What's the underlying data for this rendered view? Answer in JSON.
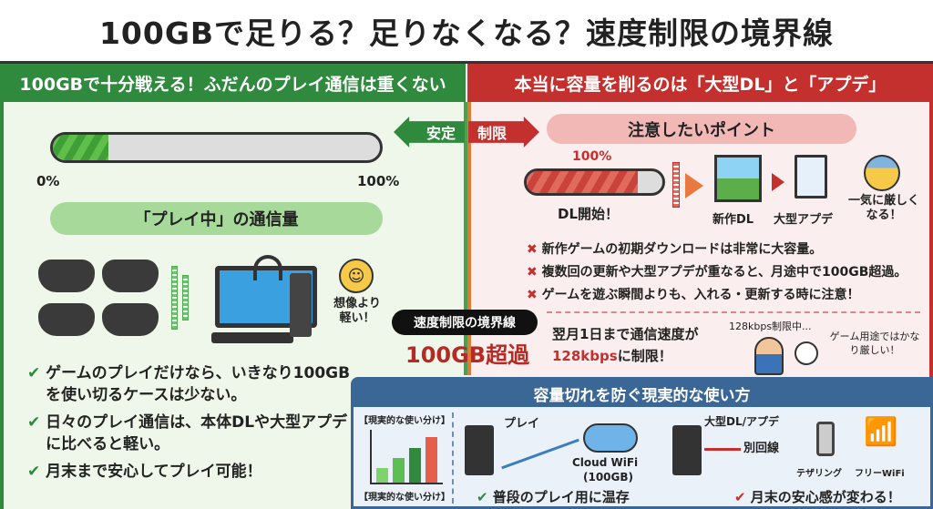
{
  "title": "100GBで足りる？足りなくなる？速度制限の境界線",
  "left": {
    "header": "100GBで十分戦える！ふだんのプレイ通信は重くない",
    "progress": {
      "value_percent": 17,
      "min_label": "0%",
      "max_label": "100%"
    },
    "section_label": "「プレイ中」の通信量",
    "emoji_caption": "想像より軽い！",
    "checks": [
      "ゲームのプレイだけなら、いきなり100GBを使い切るケースは少ない。",
      "日々のプレイ通信は、本体DLや大型アプデに比べると軽い。",
      "月末まで安心してプレイ可能！"
    ]
  },
  "center": {
    "stable_label": "安定",
    "limit_label": "制限",
    "boundary_label": "速度制限の境界線",
    "exceed_label": "100GB超過"
  },
  "right": {
    "header": "本当に容量を削るのは「大型DL」と「アプデ」",
    "section_label": "注意したいポイント",
    "progress": {
      "value_percent": 100,
      "label": "100%",
      "caption": "DL開始！"
    },
    "flow": [
      "新作DL",
      "大型アプデ"
    ],
    "emoji_caption": "一気に厳しくなる！",
    "warnings": [
      "新作ゲームの初期ダウンロードは非常に大容量。",
      "複数回の更新や大型アプデが重なると、月途中で100GB超過。",
      "ゲームを遊ぶ瞬間よりも、入れる・更新する時に注意！"
    ],
    "limit_text_1": "翌月1日まで通信速度が",
    "limit_speed": "128kbps",
    "limit_text_2": "に制限！",
    "limit_status": "128kbps制限中...",
    "limit_comment": "ゲーム用途ではかなり厳しい！"
  },
  "bottom": {
    "header": "容量切れを防ぐ現実的な使い方",
    "chart_label_top": "【現実的な使い分け】",
    "chart_label_bottom": "【現実的な使い分け】",
    "play_label": "プレイ",
    "cloud_label": "Cloud WiFi",
    "cloud_cap": "(100GB)",
    "dl_label": "大型DL/アプデ",
    "other_line": "別回線",
    "tethering": "テザリング",
    "free_wifi": "フリーWiFi",
    "check1": "普段のプレイ用に温存",
    "check2": "月末の安心感が変わる！"
  },
  "colors": {
    "green": "#2f8a3e",
    "red": "#c3302d",
    "blue": "#3b6796"
  }
}
